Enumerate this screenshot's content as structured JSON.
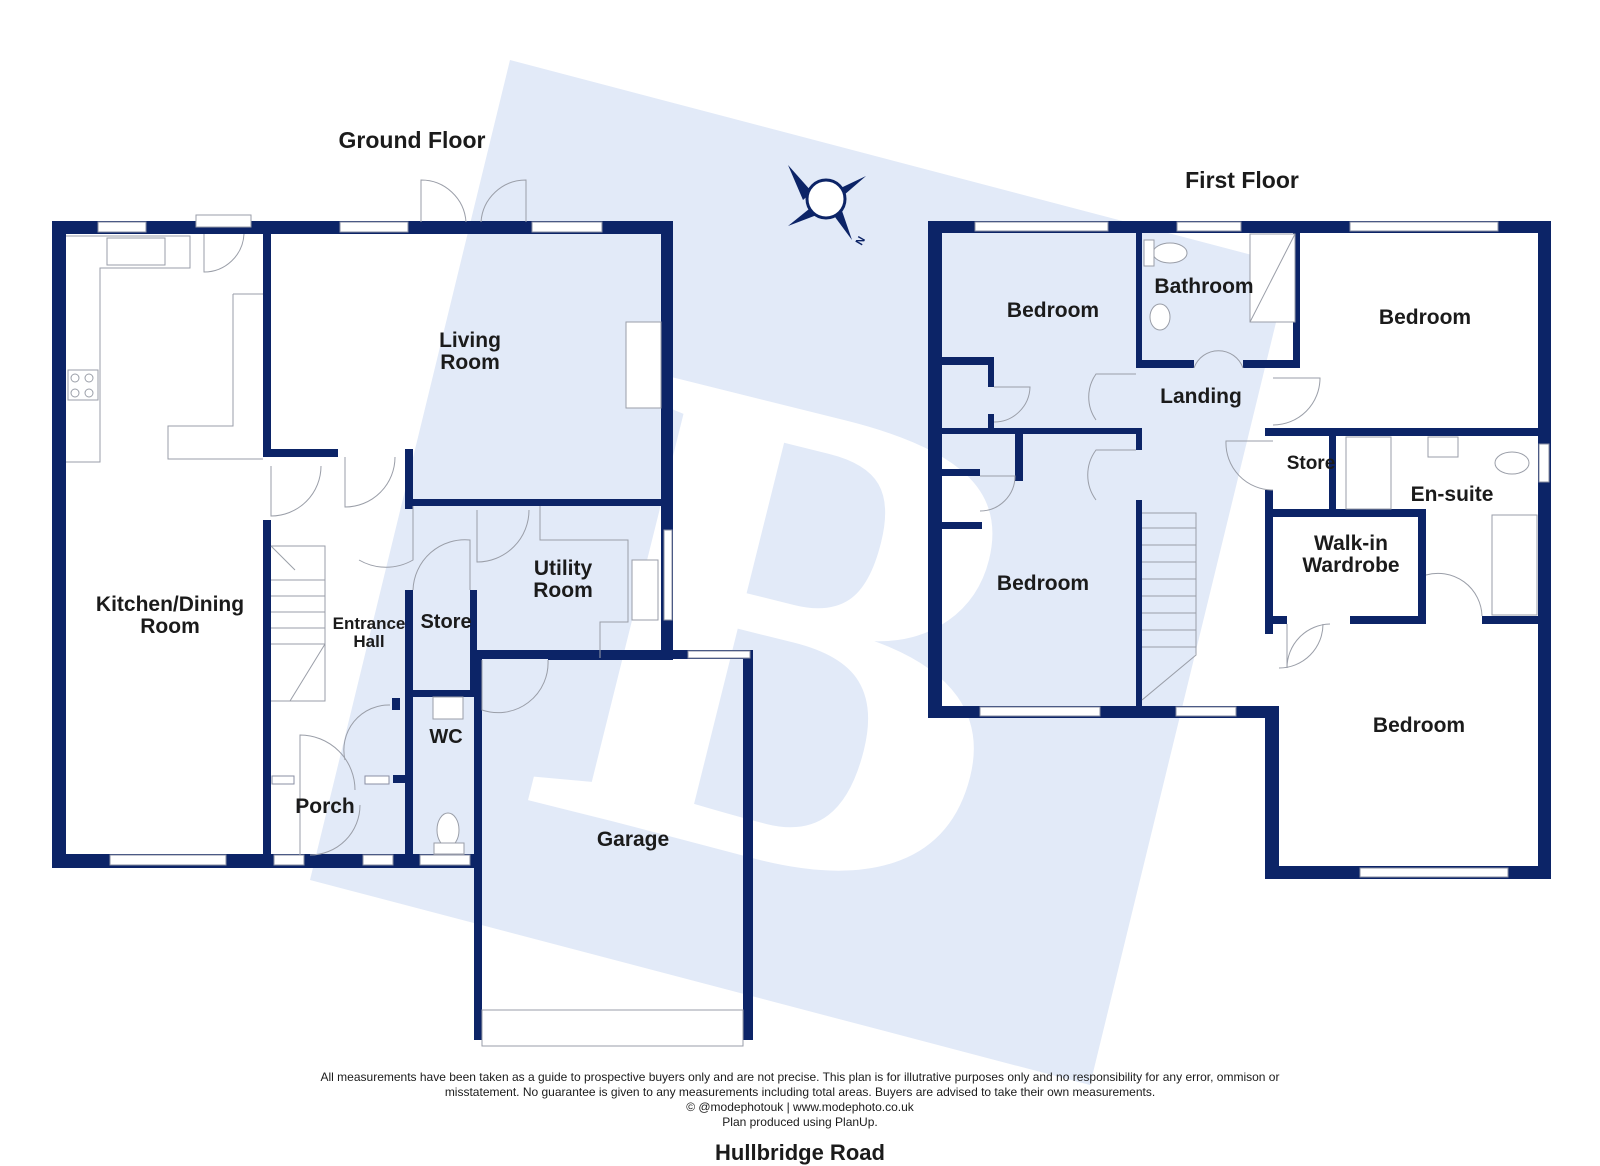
{
  "floors": {
    "ground_title": "Ground Floor",
    "first_title": "First Floor"
  },
  "ground_rooms": {
    "kitchen_line1": "Kitchen/Dining",
    "kitchen_line2": "Room",
    "living_line1": "Living",
    "living_line2": "Room",
    "entrance_line1": "Entrance",
    "entrance_line2": "Hall",
    "store": "Store",
    "utility_line1": "Utility",
    "utility_line2": "Room",
    "wc": "WC",
    "porch": "Porch",
    "garage": "Garage"
  },
  "first_rooms": {
    "bedroom_nw": "Bedroom",
    "bathroom": "Bathroom",
    "bedroom_ne": "Bedroom",
    "landing": "Landing",
    "store": "Store",
    "ensuite": "En-suite",
    "walkin_line1": "Walk-in",
    "walkin_line2": "Wardrobe",
    "bedroom_w": "Bedroom",
    "bedroom_se": "Bedroom"
  },
  "compass": {
    "icon": "compass-icon",
    "north_label": "N"
  },
  "watermark": {
    "icon": "watermark-logo",
    "letter": "B"
  },
  "colors": {
    "wall": "#0c2467",
    "watermark": "#dde6f6",
    "text": "#1b1b1b"
  },
  "footer": {
    "line1": "All measurements have been taken as a guide to prospective buyers only and are not precise. This plan is for illutrative purposes only and no responsibility for any error, ommison or",
    "line2": "misstatement. No guarantee is given to any measurements including total areas. Buyers are advised to take their own measurements.",
    "line3": "© @modephotouk | www.modephoto.co.uk",
    "line4": "Plan produced using PlanUp.",
    "road": "Hullbridge Road"
  }
}
